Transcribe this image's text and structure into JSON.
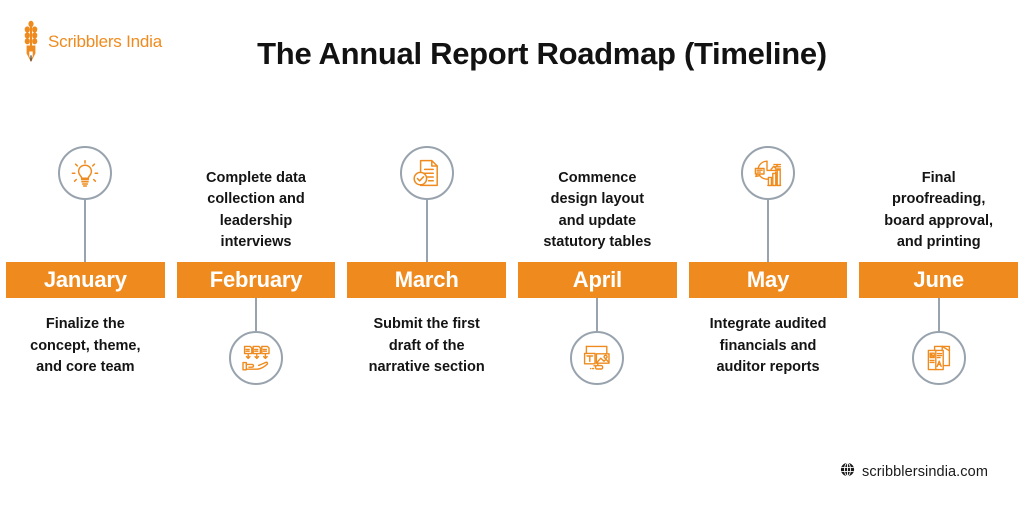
{
  "brand": {
    "name": "Scribblers India",
    "logo_icon": "wheat-pen-icon",
    "color": "#ef8b1e"
  },
  "header": {
    "title": "The Annual Report Roadmap (Timeline)"
  },
  "theme": {
    "accent": "#ef8b1e",
    "band_text": "#ffffff",
    "connector": "#98a3ae",
    "text": "#141414"
  },
  "timeline": {
    "steps": [
      {
        "month": "January",
        "icon": "lightbulb-idea-icon",
        "icon_position": "above",
        "caption_position": "below",
        "caption": "Finalize the\nconcept, theme,\nand core team"
      },
      {
        "month": "February",
        "icon": "data-collection-hand-icon",
        "icon_position": "below",
        "caption_position": "above",
        "caption": "Complete data\ncollection and\nleadership\ninterviews"
      },
      {
        "month": "March",
        "icon": "document-check-icon",
        "icon_position": "above",
        "caption_position": "below",
        "caption": "Submit the first\ndraft of the\nnarrative section"
      },
      {
        "month": "April",
        "icon": "design-layout-icon",
        "icon_position": "below",
        "caption_position": "above",
        "caption": "Commence\ndesign layout\nand update\nstatutory tables"
      },
      {
        "month": "May",
        "icon": "financial-chart-icon",
        "icon_position": "above",
        "caption_position": "below",
        "caption": "Integrate audited\nfinancials and\nauditor reports"
      },
      {
        "month": "June",
        "icon": "print-brochure-icon",
        "icon_position": "below",
        "caption_position": "above",
        "caption": "Final\nproofreading,\nboard approval,\nand printing"
      }
    ]
  },
  "footer": {
    "icon": "globe-icon",
    "url": "scribblersindia.com"
  }
}
